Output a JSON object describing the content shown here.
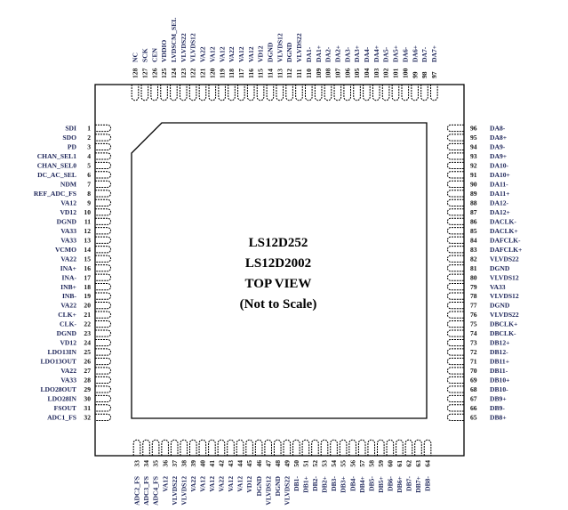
{
  "chip": {
    "part_numbers": [
      "LS12D252",
      "LS12D2002"
    ],
    "view": "TOP VIEW",
    "scale_note": "(Not to Scale)"
  },
  "colors": {
    "label": "#1c2458",
    "number": "#111111",
    "outline": "#000000"
  },
  "pins": {
    "left": [
      {
        "n": "1",
        "name": "SDI"
      },
      {
        "n": "2",
        "name": "SDO"
      },
      {
        "n": "3",
        "name": "PD"
      },
      {
        "n": "4",
        "name": "CHAN_SEL1"
      },
      {
        "n": "5",
        "name": "CHAN_SEL0"
      },
      {
        "n": "6",
        "name": "DC_AC_SEL"
      },
      {
        "n": "7",
        "name": "NDM"
      },
      {
        "n": "8",
        "name": "REF_ADC_FS"
      },
      {
        "n": "9",
        "name": "VA12"
      },
      {
        "n": "10",
        "name": "VD12"
      },
      {
        "n": "11",
        "name": "DGND"
      },
      {
        "n": "12",
        "name": "VA33"
      },
      {
        "n": "13",
        "name": "VA33"
      },
      {
        "n": "14",
        "name": "VCMO"
      },
      {
        "n": "15",
        "name": "VA22"
      },
      {
        "n": "16",
        "name": "INA+"
      },
      {
        "n": "17",
        "name": "INA-"
      },
      {
        "n": "18",
        "name": "INB+"
      },
      {
        "n": "19",
        "name": "INB-"
      },
      {
        "n": "20",
        "name": "VA22"
      },
      {
        "n": "21",
        "name": "CLK+"
      },
      {
        "n": "22",
        "name": "CLK-"
      },
      {
        "n": "23",
        "name": "DGND"
      },
      {
        "n": "24",
        "name": "VD12"
      },
      {
        "n": "25",
        "name": "LDO13IN"
      },
      {
        "n": "26",
        "name": "LDO13OUT"
      },
      {
        "n": "27",
        "name": "VA22"
      },
      {
        "n": "28",
        "name": "VA33"
      },
      {
        "n": "29",
        "name": "LDO28OUT"
      },
      {
        "n": "30",
        "name": "LDO28IN"
      },
      {
        "n": "31",
        "name": "FSOUT"
      },
      {
        "n": "32",
        "name": "ADC1_FS"
      }
    ],
    "bottom": [
      {
        "n": "33",
        "name": "ADC2_FS"
      },
      {
        "n": "34",
        "name": "ADC3_FS"
      },
      {
        "n": "35",
        "name": "ADC4_FS"
      },
      {
        "n": "36",
        "name": "VA12"
      },
      {
        "n": "37",
        "name": "VLVDS22"
      },
      {
        "n": "38",
        "name": "VLVDS12"
      },
      {
        "n": "39",
        "name": "VA22"
      },
      {
        "n": "40",
        "name": "VA12"
      },
      {
        "n": "41",
        "name": "VA12"
      },
      {
        "n": "42",
        "name": "VA22"
      },
      {
        "n": "43",
        "name": "VA12"
      },
      {
        "n": "44",
        "name": "VA12"
      },
      {
        "n": "45",
        "name": "VD12"
      },
      {
        "n": "46",
        "name": "DGND"
      },
      {
        "n": "47",
        "name": "VLVDS12"
      },
      {
        "n": "48",
        "name": "DGND"
      },
      {
        "n": "49",
        "name": "VLVDS22"
      },
      {
        "n": "50",
        "name": "DB1-"
      },
      {
        "n": "51",
        "name": "DB1+"
      },
      {
        "n": "52",
        "name": "DB2-"
      },
      {
        "n": "53",
        "name": "DB2+"
      },
      {
        "n": "54",
        "name": "DB3-"
      },
      {
        "n": "55",
        "name": "DB3+"
      },
      {
        "n": "56",
        "name": "DB4-"
      },
      {
        "n": "57",
        "name": "DB4+"
      },
      {
        "n": "58",
        "name": "DB5-"
      },
      {
        "n": "59",
        "name": "DB5+"
      },
      {
        "n": "60",
        "name": "DB6-"
      },
      {
        "n": "61",
        "name": "DB6+"
      },
      {
        "n": "62",
        "name": "DB7-"
      },
      {
        "n": "63",
        "name": "DB7+"
      },
      {
        "n": "64",
        "name": "DB8-"
      }
    ],
    "right": [
      {
        "n": "96",
        "name": "DA8-"
      },
      {
        "n": "95",
        "name": "DA8+"
      },
      {
        "n": "94",
        "name": "DA9-"
      },
      {
        "n": "93",
        "name": "DA9+"
      },
      {
        "n": "92",
        "name": "DA10-"
      },
      {
        "n": "91",
        "name": "DA10+"
      },
      {
        "n": "90",
        "name": "DA11-"
      },
      {
        "n": "89",
        "name": "DA11+"
      },
      {
        "n": "88",
        "name": "DA12-"
      },
      {
        "n": "87",
        "name": "DA12+"
      },
      {
        "n": "86",
        "name": "DACLK-"
      },
      {
        "n": "85",
        "name": "DACLK+"
      },
      {
        "n": "84",
        "name": "DAFCLK-"
      },
      {
        "n": "83",
        "name": "DAFCLK+"
      },
      {
        "n": "82",
        "name": "VLVDS22"
      },
      {
        "n": "81",
        "name": "DGND"
      },
      {
        "n": "80",
        "name": "VLVDS12"
      },
      {
        "n": "79",
        "name": "VA33"
      },
      {
        "n": "78",
        "name": "VLVDS12"
      },
      {
        "n": "77",
        "name": "DGND"
      },
      {
        "n": "76",
        "name": "VLVDS22"
      },
      {
        "n": "75",
        "name": "DBCLK+"
      },
      {
        "n": "74",
        "name": "DBCLK-"
      },
      {
        "n": "73",
        "name": "DB12+"
      },
      {
        "n": "72",
        "name": "DB12-"
      },
      {
        "n": "71",
        "name": "DB11+"
      },
      {
        "n": "70",
        "name": "DB11-"
      },
      {
        "n": "69",
        "name": "DB10+"
      },
      {
        "n": "68",
        "name": "DB10-"
      },
      {
        "n": "67",
        "name": "DB9+"
      },
      {
        "n": "66",
        "name": "DB9-"
      },
      {
        "n": "65",
        "name": "DB8+"
      }
    ],
    "top": [
      {
        "n": "128",
        "name": "NC"
      },
      {
        "n": "127",
        "name": "SCK"
      },
      {
        "n": "126",
        "name": "CEN"
      },
      {
        "n": "125",
        "name": "VDDIO"
      },
      {
        "n": "124",
        "name": "LVDSCM_SEL"
      },
      {
        "n": "123",
        "name": "VLVDS22"
      },
      {
        "n": "122",
        "name": "VLVDS12"
      },
      {
        "n": "121",
        "name": "VA22"
      },
      {
        "n": "120",
        "name": "VA12"
      },
      {
        "n": "119",
        "name": "VA12"
      },
      {
        "n": "118",
        "name": "VA22"
      },
      {
        "n": "117",
        "name": "VA12"
      },
      {
        "n": "116",
        "name": "VA12"
      },
      {
        "n": "115",
        "name": "VD12"
      },
      {
        "n": "114",
        "name": "DGND"
      },
      {
        "n": "113",
        "name": "VLVDS12"
      },
      {
        "n": "112",
        "name": "DGND"
      },
      {
        "n": "111",
        "name": "VLVDS22"
      },
      {
        "n": "110",
        "name": "DA1-"
      },
      {
        "n": "109",
        "name": "DA1+"
      },
      {
        "n": "108",
        "name": "DA2-"
      },
      {
        "n": "107",
        "name": "DA2+"
      },
      {
        "n": "106",
        "name": "DA3-"
      },
      {
        "n": "105",
        "name": "DA3+"
      },
      {
        "n": "104",
        "name": "DA4-"
      },
      {
        "n": "103",
        "name": "DA4+"
      },
      {
        "n": "102",
        "name": "DA5-"
      },
      {
        "n": "101",
        "name": "DA5+"
      },
      {
        "n": "100",
        "name": "DA6-"
      },
      {
        "n": "99",
        "name": "DA6+"
      },
      {
        "n": "98",
        "name": "DA7-"
      },
      {
        "n": "97",
        "name": "DA7+"
      }
    ]
  }
}
